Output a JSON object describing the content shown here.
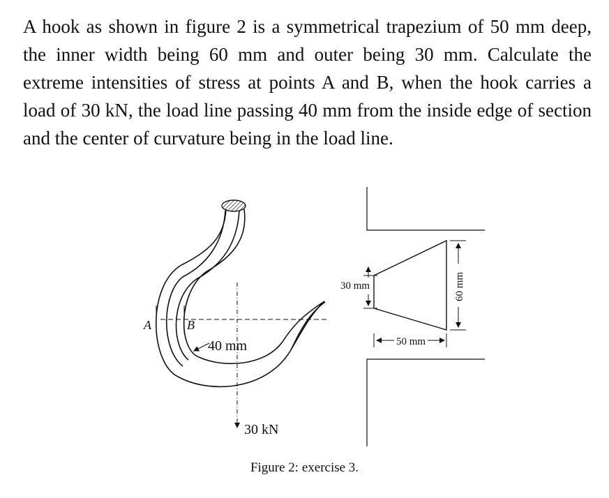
{
  "problem": {
    "text": "A hook as shown in figure 2 is a symmetrical trapezium of 50 mm deep, the inner width being 60 mm and outer being 30 mm. Calculate the extreme intensities of stress at points A and B, when the hook carries a load of 30 kN, the load line passing 40 mm from the inside edge of section and the center of curvature being in the load line."
  },
  "figure": {
    "point_a": "A",
    "point_b": "B",
    "offset_label": "40 mm",
    "load_label": "30 kN",
    "outer_width_label": "30 mm",
    "depth_label": "50 mm",
    "inner_width_label": "60 mm",
    "caption": "Figure 2: exercise 3."
  }
}
